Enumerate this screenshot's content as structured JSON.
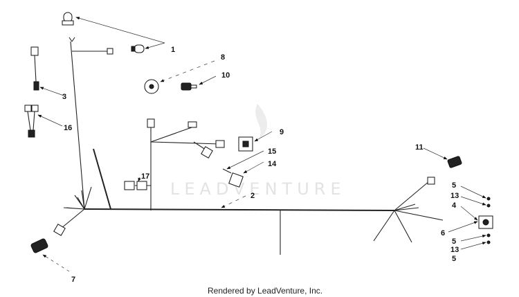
{
  "watermark": "LEADVENTURE",
  "credit": "Rendered by LeadVenture, Inc.",
  "callouts": [
    "1",
    "2",
    "3",
    "4",
    "5",
    "5",
    "5",
    "6",
    "7",
    "8",
    "9",
    "10",
    "11",
    "13",
    "13",
    "14",
    "15",
    "16",
    "17"
  ]
}
